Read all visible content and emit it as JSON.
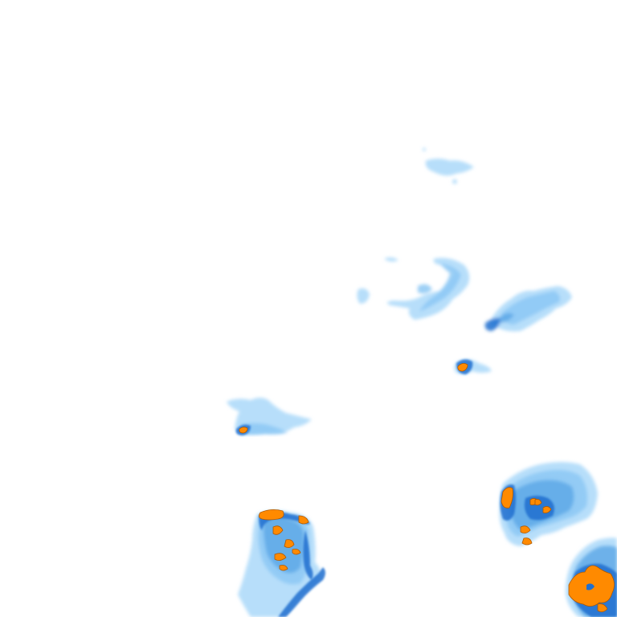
{
  "map": {
    "background": "#ffffff",
    "layer": "precipitation-radar-overlay",
    "intensity_palette": {
      "light": "#b3dcfa",
      "light_mid": "#8cc8f4",
      "moderate": "#5aa6e6",
      "heavy": "#1f6fcf",
      "intense": "#ff8a00",
      "intense_outline": "#b05a00"
    },
    "cells": [
      "cell-north",
      "cell-central",
      "cell-northeast",
      "cell-small-core",
      "cell-west",
      "cell-south-center",
      "cell-southeast",
      "cell-southeast-corner"
    ]
  }
}
